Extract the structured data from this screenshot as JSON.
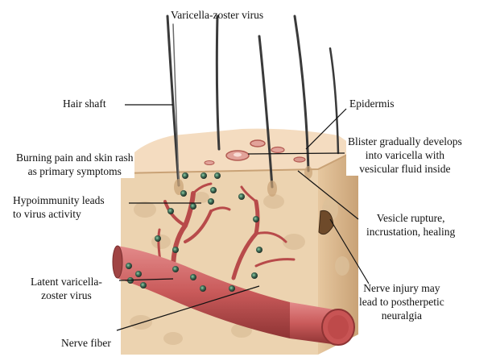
{
  "diagram": {
    "labels": {
      "title": "Varicella-zoster virus",
      "hair_shaft": "Hair shaft",
      "epidermis": "Epidermis",
      "burning_pain": "Burning pain and skin rash\nas primary symptoms",
      "blister": "Blister gradually develops\ninto varicella with\nvesicular fluid inside",
      "hypoimmunity": "Hypoimmunity leads\nto virus activity",
      "vesicle_rupture": "Vesicle rupture,\nincrustation, healing",
      "latent_virus": "Latent varicella-\nzoster virus",
      "nerve_injury": "Nerve injury may\nlead to postherpetic\nneuralgia",
      "nerve_fiber": "Nerve fiber"
    },
    "colors": {
      "skin_top": "#f4dcc0",
      "skin_front": "#ecd3b0",
      "skin_right": "#d8b58c",
      "dermis_spot": "#dcc09a",
      "nerve": "#c95a5a",
      "nerve_dark": "#8e3434",
      "virus": "#2e4a3a",
      "virus_core": "#6fae8a",
      "hair": "#3a3a3a"
    }
  }
}
